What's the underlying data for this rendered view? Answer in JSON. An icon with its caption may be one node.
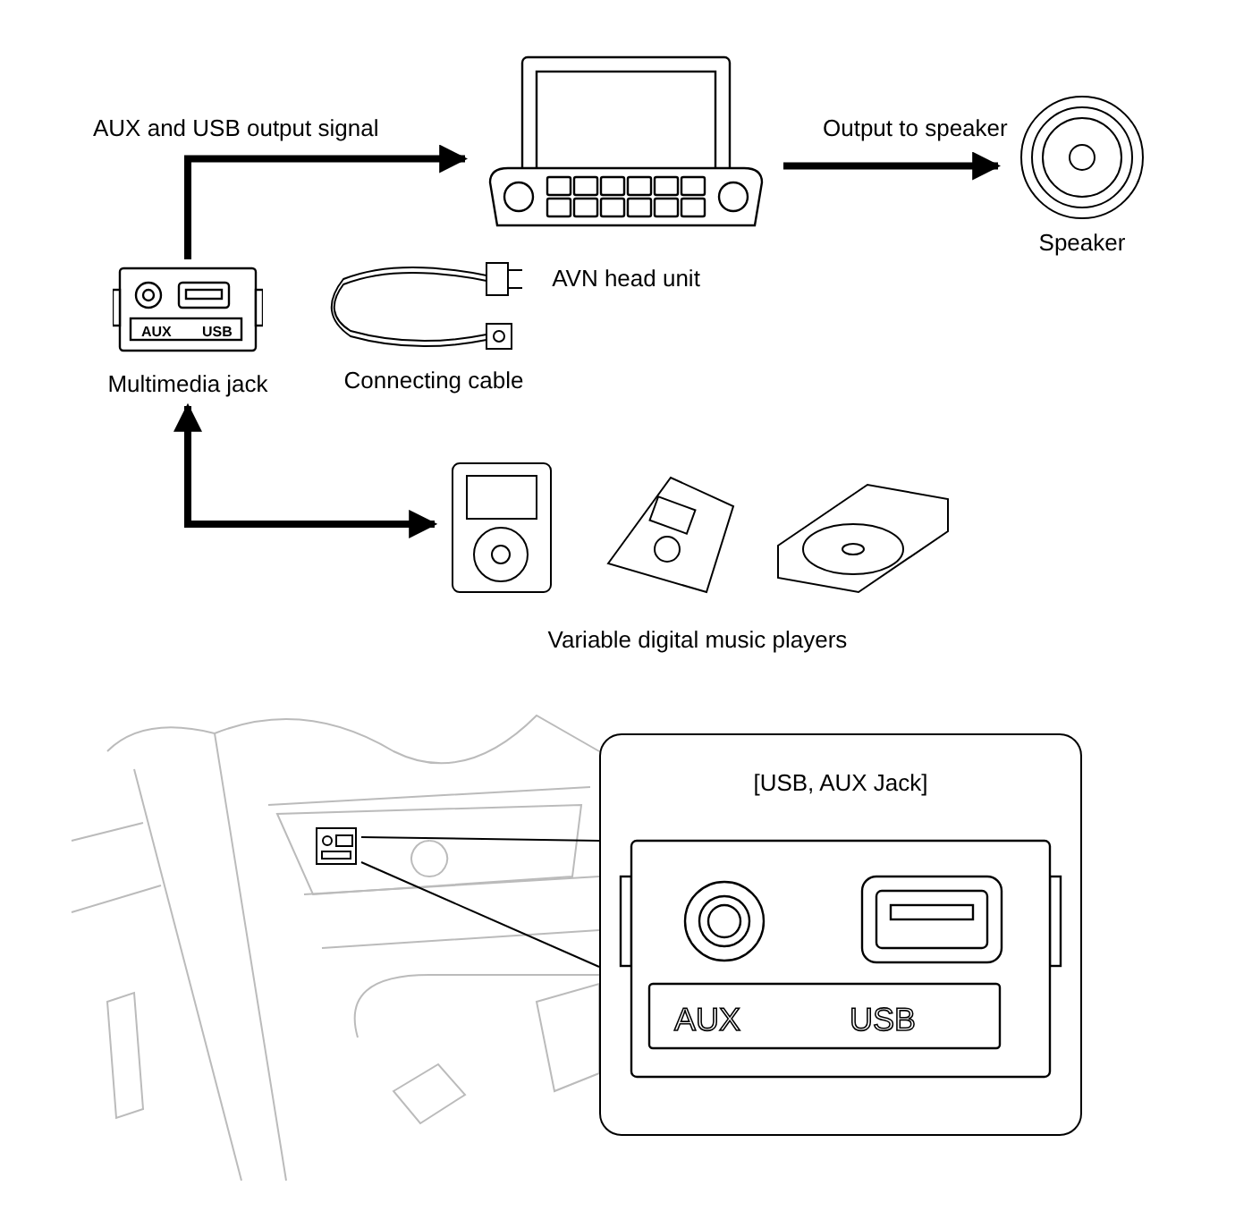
{
  "diagram": {
    "nodes": [
      {
        "text": [
          "Multimedia jack"
        ]
      },
      {
        "text": [
          "AVN head unit"
        ]
      },
      {
        "text": [
          "Speaker"
        ]
      },
      {
        "text": [
          "Connecting cable"
        ]
      },
      {
        "text": [
          "Variable digital music players"
        ]
      },
      {
        "text": [
          "[USB, AUX Jack]"
        ]
      },
      {
        "text": [],
        "shape": "picture"
      }
    ],
    "edges": [
      {
        "from": 0,
        "to": 1,
        "arrow": "to",
        "label": "AUX and USB output signal"
      },
      {
        "from": 1,
        "to": 2,
        "arrow": "to",
        "label": "Output to speaker"
      },
      {
        "from": 0,
        "to": 4,
        "arrow": "both"
      },
      {
        "from": 6,
        "to": 5,
        "arrow": "none"
      }
    ],
    "labels": [
      "AUX",
      "USB",
      "AUX",
      "USB"
    ]
  }
}
